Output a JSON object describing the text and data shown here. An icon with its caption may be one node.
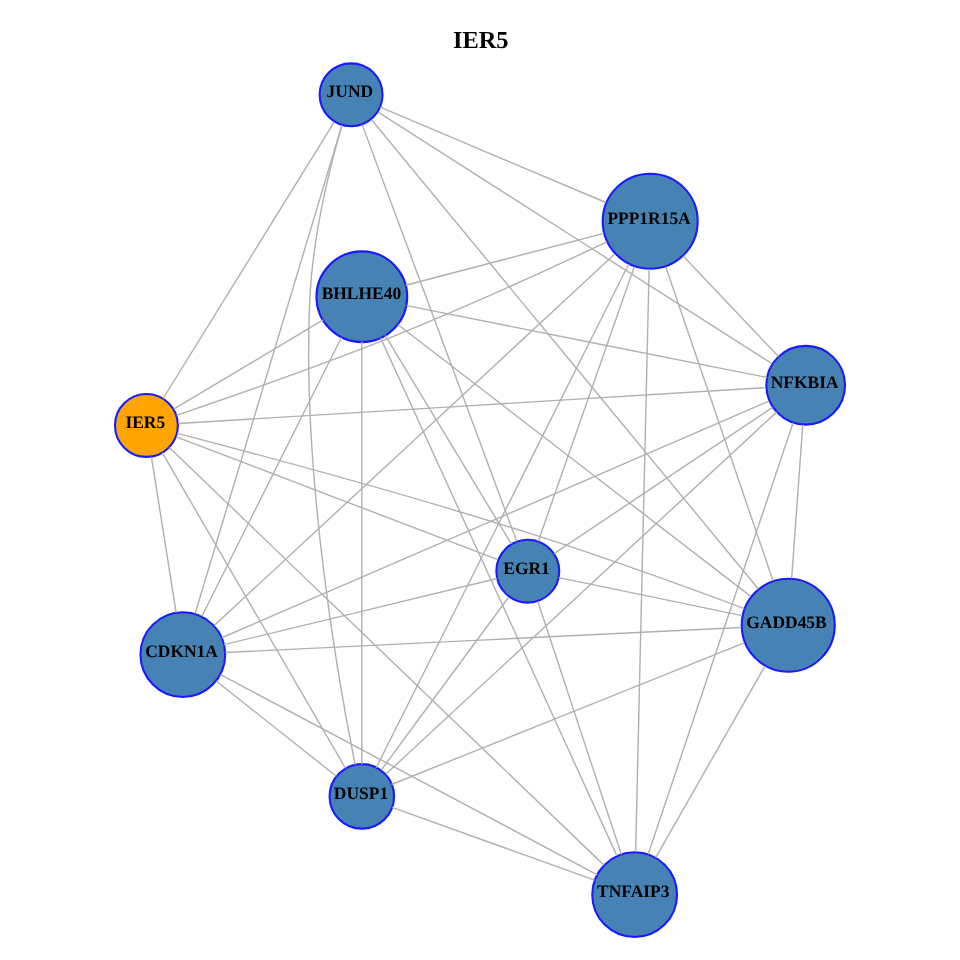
{
  "diagram": {
    "title": "IER5",
    "nodes": [
      {
        "text": [
          "JUND"
        ]
      },
      {
        "text": [
          "EGR1"
        ]
      },
      {
        "text": [
          "GADD45B"
        ]
      },
      {
        "text": [
          "CDKN1A"
        ]
      },
      {
        "text": [
          "PPP1R15A"
        ]
      },
      {
        "text": [
          "DUSP1"
        ]
      },
      {
        "text": [
          "NFKBIA"
        ]
      },
      {
        "text": [
          "BHLHE40"
        ]
      },
      {
        "text": [
          "IER5"
        ]
      },
      {
        "text": [
          "TNFAIP3"
        ]
      }
    ],
    "edges": [
      {
        "from": 0,
        "to": 1,
        "arrow": "none"
      },
      {
        "from": 0,
        "to": 2,
        "arrow": "none"
      },
      {
        "from": 0,
        "to": 3,
        "arrow": "none"
      },
      {
        "from": 0,
        "to": 6,
        "arrow": "none"
      },
      {
        "from": 0,
        "to": 4,
        "arrow": "none"
      },
      {
        "from": 0,
        "to": 5,
        "arrow": "none"
      },
      {
        "from": 0,
        "to": 8,
        "arrow": "none"
      },
      {
        "from": 1,
        "to": 2,
        "arrow": "none"
      },
      {
        "from": 1,
        "to": 3,
        "arrow": "none"
      },
      {
        "from": 1,
        "to": 4,
        "arrow": "none"
      },
      {
        "from": 1,
        "to": 6,
        "arrow": "none"
      },
      {
        "from": 1,
        "to": 8,
        "arrow": "none"
      },
      {
        "from": 1,
        "to": 7,
        "arrow": "none"
      },
      {
        "from": 1,
        "to": 5,
        "arrow": "none"
      },
      {
        "from": 1,
        "to": 9,
        "arrow": "none"
      },
      {
        "from": 2,
        "to": 3,
        "arrow": "none"
      },
      {
        "from": 2,
        "to": 4,
        "arrow": "none"
      },
      {
        "from": 2,
        "to": 6,
        "arrow": "none"
      },
      {
        "from": 2,
        "to": 5,
        "arrow": "none"
      },
      {
        "from": 2,
        "to": 8,
        "arrow": "none"
      },
      {
        "from": 2,
        "to": 7,
        "arrow": "none"
      },
      {
        "from": 2,
        "to": 9,
        "arrow": "none"
      },
      {
        "from": 3,
        "to": 4,
        "arrow": "none"
      },
      {
        "from": 3,
        "to": 5,
        "arrow": "none"
      },
      {
        "from": 3,
        "to": 6,
        "arrow": "none"
      },
      {
        "from": 3,
        "to": 8,
        "arrow": "none"
      },
      {
        "from": 3,
        "to": 7,
        "arrow": "none"
      },
      {
        "from": 3,
        "to": 9,
        "arrow": "none"
      },
      {
        "from": 4,
        "to": 5,
        "arrow": "none"
      },
      {
        "from": 4,
        "to": 6,
        "arrow": "none"
      },
      {
        "from": 4,
        "to": 8,
        "arrow": "none"
      },
      {
        "from": 4,
        "to": 7,
        "arrow": "none"
      },
      {
        "from": 4,
        "to": 9,
        "arrow": "none"
      },
      {
        "from": 5,
        "to": 6,
        "arrow": "none"
      },
      {
        "from": 5,
        "to": 8,
        "arrow": "none"
      },
      {
        "from": 5,
        "to": 7,
        "arrow": "none"
      },
      {
        "from": 5,
        "to": 9,
        "arrow": "none"
      },
      {
        "from": 6,
        "to": 8,
        "arrow": "none"
      },
      {
        "from": 6,
        "to": 7,
        "arrow": "none"
      },
      {
        "from": 6,
        "to": 9,
        "arrow": "none"
      },
      {
        "from": 8,
        "to": 7,
        "arrow": "none"
      },
      {
        "from": 8,
        "to": 9,
        "arrow": "none"
      },
      {
        "from": 7,
        "to": 9,
        "arrow": "none"
      }
    ]
  }
}
